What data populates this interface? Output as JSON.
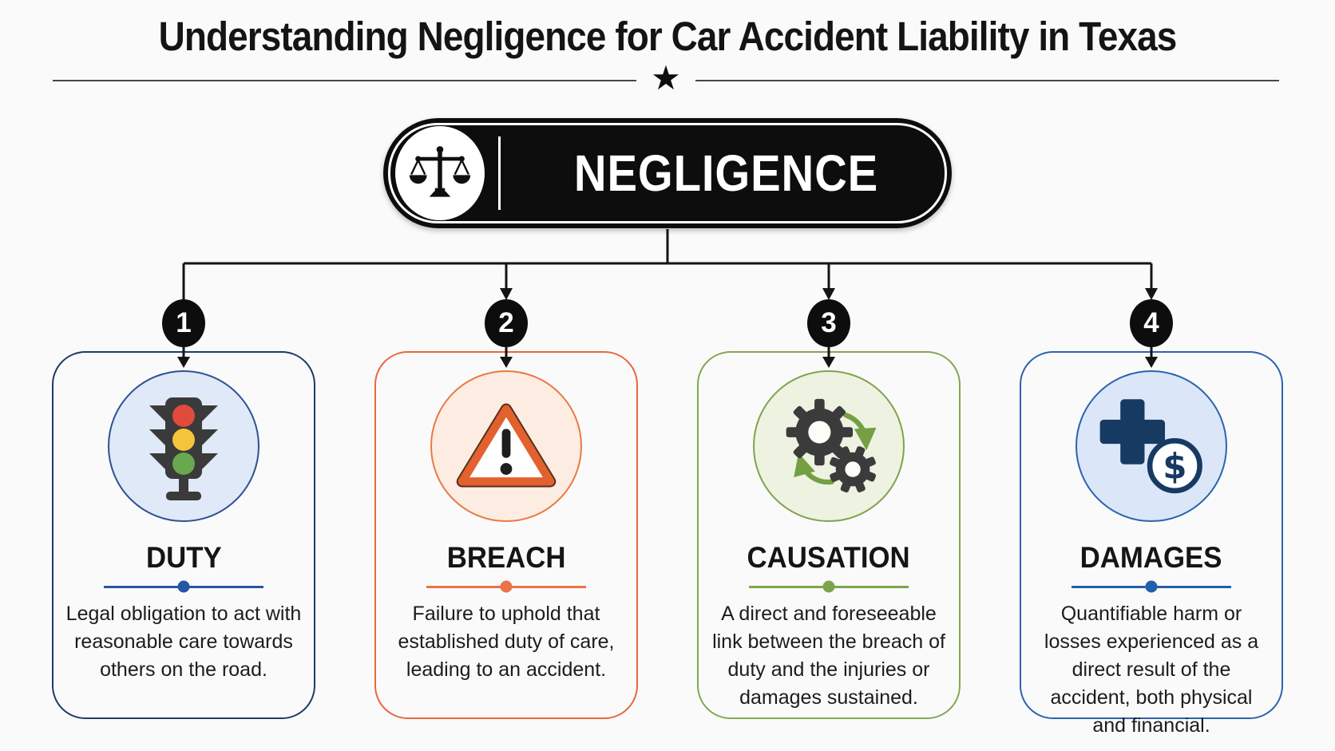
{
  "page": {
    "title": "Understanding Negligence for Car Accident Liability in Texas",
    "divider_star": "★",
    "background": "#fbfafa"
  },
  "badge": {
    "label": "NEGLIGENCE",
    "icon": "scales-of-justice-icon",
    "bg": "#0d0d0d",
    "text_color": "#ffffff"
  },
  "cards": [
    {
      "number": "1",
      "title": "DUTY",
      "description": "Legal obligation to act with reasonable care towards others on the road.",
      "icon": "traffic-light-icon",
      "colors": {
        "border": "#1e3a68",
        "accent_line": "#2457a4",
        "icon_circle_fill": "#dfe9f8",
        "icon_circle_border": "#2e5190"
      }
    },
    {
      "number": "2",
      "title": "BREACH",
      "description": "Failure to uphold that established duty of care, leading to an accident.",
      "icon": "warning-triangle-icon",
      "colors": {
        "border": "#e7683e",
        "accent_line": "#ea7347",
        "icon_circle_fill": "#fcece1",
        "icon_circle_border": "#e87a45"
      }
    },
    {
      "number": "3",
      "title": "CAUSATION",
      "description": "A direct and foreseeable link between the breach of duty and the injuries or damages sustained.",
      "icon": "gears-cycle-icon",
      "colors": {
        "border": "#84a753",
        "accent_line": "#7da44c",
        "icon_circle_fill": "#eef2e1",
        "icon_circle_border": "#7da44c"
      }
    },
    {
      "number": "4",
      "title": "DAMAGES",
      "description": "Quantifiable harm or losses experienced as a direct result of the accident, both physical and financial.",
      "icon": "medical-cross-dollar-icon",
      "colors": {
        "border": "#2b63ae",
        "accent_line": "#2160ab",
        "icon_circle_fill": "#dbe7f8",
        "icon_circle_border": "#2b63ae"
      }
    }
  ]
}
